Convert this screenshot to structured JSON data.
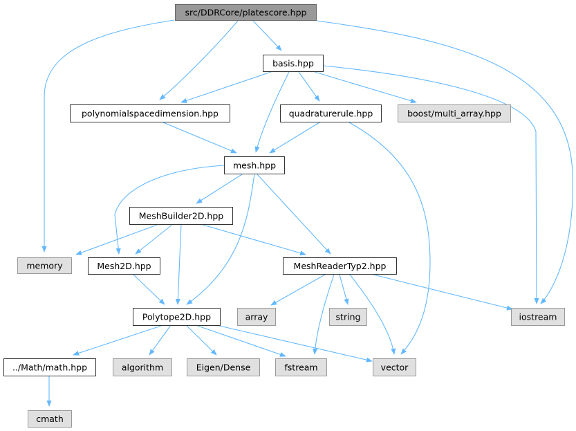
{
  "diagram": {
    "edge_color": "#63b8ff",
    "style": {
      "root": {
        "fill": "#999999",
        "stroke": "#666666"
      },
      "internal": {
        "fill": "#ffffff",
        "stroke": "#333333"
      },
      "external": {
        "fill": "#e0e0e0",
        "stroke": "#999999"
      }
    },
    "nodes": [
      {
        "id": "platescore",
        "label": "src/DDRCore/platescore.hpp",
        "kind": "root"
      },
      {
        "id": "memory",
        "label": "memory",
        "kind": "external"
      },
      {
        "id": "polynomialspacedimension",
        "label": "polynomialspacedimension.hpp",
        "kind": "internal"
      },
      {
        "id": "basis",
        "label": "basis.hpp",
        "kind": "internal"
      },
      {
        "id": "iostream",
        "label": "iostream",
        "kind": "external"
      },
      {
        "id": "mesh",
        "label": "mesh.hpp",
        "kind": "internal"
      },
      {
        "id": "quadraturerule",
        "label": "quadraturerule.hpp",
        "kind": "internal"
      },
      {
        "id": "boost_multi_array",
        "label": "boost/multi_array.hpp",
        "kind": "external"
      },
      {
        "id": "meshbuilder2d",
        "label": "MeshBuilder2D.hpp",
        "kind": "internal"
      },
      {
        "id": "mesh2d",
        "label": "Mesh2D.hpp",
        "kind": "internal"
      },
      {
        "id": "meshreadertyp2",
        "label": "MeshReaderTyp2.hpp",
        "kind": "internal"
      },
      {
        "id": "polytope2d",
        "label": "Polytope2D.hpp",
        "kind": "internal"
      },
      {
        "id": "array",
        "label": "array",
        "kind": "external"
      },
      {
        "id": "string",
        "label": "string",
        "kind": "external"
      },
      {
        "id": "math",
        "label": "../Math/math.hpp",
        "kind": "internal"
      },
      {
        "id": "algorithm",
        "label": "algorithm",
        "kind": "external"
      },
      {
        "id": "eigen_dense",
        "label": "Eigen/Dense",
        "kind": "external"
      },
      {
        "id": "fstream",
        "label": "fstream",
        "kind": "external"
      },
      {
        "id": "vector",
        "label": "vector",
        "kind": "external"
      },
      {
        "id": "cmath",
        "label": "cmath",
        "kind": "external"
      }
    ],
    "edges": [
      [
        "platescore",
        "memory"
      ],
      [
        "platescore",
        "polynomialspacedimension"
      ],
      [
        "platescore",
        "basis"
      ],
      [
        "platescore",
        "iostream"
      ],
      [
        "basis",
        "polynomialspacedimension"
      ],
      [
        "basis",
        "mesh"
      ],
      [
        "basis",
        "quadraturerule"
      ],
      [
        "basis",
        "boost_multi_array"
      ],
      [
        "basis",
        "iostream"
      ],
      [
        "polynomialspacedimension",
        "mesh"
      ],
      [
        "quadraturerule",
        "mesh"
      ],
      [
        "quadraturerule",
        "vector"
      ],
      [
        "mesh",
        "meshbuilder2d"
      ],
      [
        "mesh",
        "mesh2d"
      ],
      [
        "mesh",
        "meshreadertyp2"
      ],
      [
        "mesh",
        "polytope2d"
      ],
      [
        "meshbuilder2d",
        "memory"
      ],
      [
        "meshbuilder2d",
        "mesh2d"
      ],
      [
        "meshbuilder2d",
        "meshreadertyp2"
      ],
      [
        "meshbuilder2d",
        "polytope2d"
      ],
      [
        "mesh2d",
        "polytope2d"
      ],
      [
        "meshreadertyp2",
        "array"
      ],
      [
        "meshreadertyp2",
        "string"
      ],
      [
        "meshreadertyp2",
        "iostream"
      ],
      [
        "meshreadertyp2",
        "fstream"
      ],
      [
        "meshreadertyp2",
        "vector"
      ],
      [
        "polytope2d",
        "math"
      ],
      [
        "polytope2d",
        "algorithm"
      ],
      [
        "polytope2d",
        "eigen_dense"
      ],
      [
        "polytope2d",
        "fstream"
      ],
      [
        "polytope2d",
        "vector"
      ],
      [
        "math",
        "cmath"
      ]
    ]
  }
}
